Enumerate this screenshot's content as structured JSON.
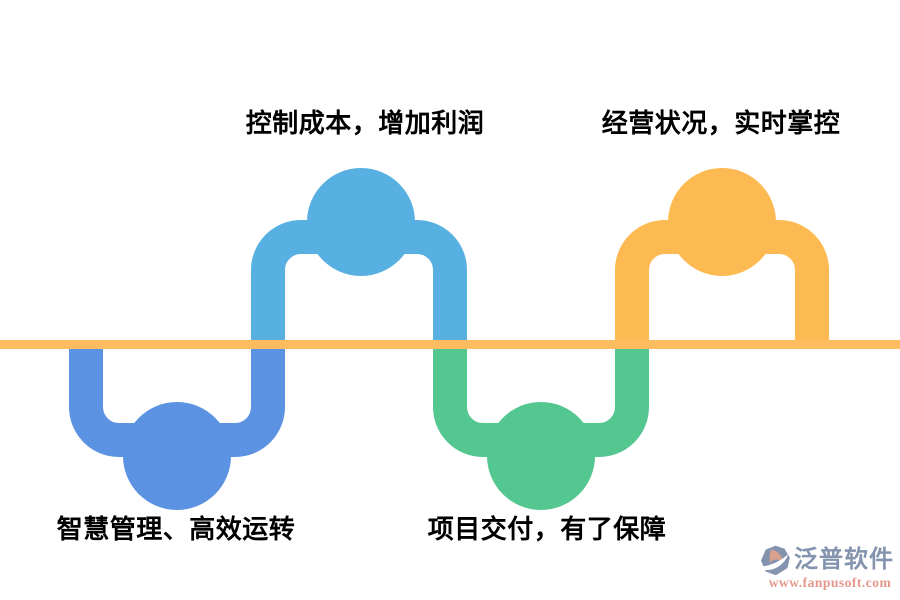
{
  "diagram": {
    "background": "#ffffff",
    "timeline": {
      "color": "#FCBC5F"
    },
    "steps": [
      {
        "label": "智慧管理、高效运转",
        "color": "#5C92E2",
        "position": "below-line"
      },
      {
        "label": "控制成本，增加利润",
        "color": "#57B0E1",
        "position": "above-line"
      },
      {
        "label": "项目交付，有了保障",
        "color": "#54C791",
        "position": "below-line"
      },
      {
        "label": "经营状况，实时掌控",
        "color": "#FDBA52",
        "position": "above-line"
      }
    ]
  },
  "watermark": {
    "brand": "泛普软件",
    "url": "www.fanpusoft.com",
    "brand_color": "#8494AF",
    "url_color": "#E5978A",
    "icon_accent_color": "#D9A18E"
  }
}
